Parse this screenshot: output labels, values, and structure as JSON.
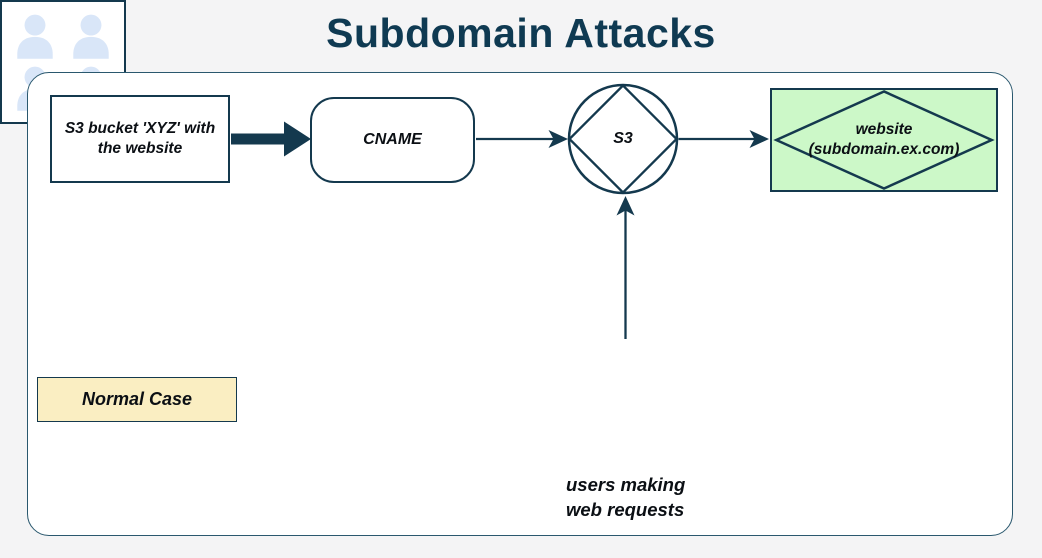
{
  "title": "Subdomain Attacks",
  "palette": {
    "page_bg": "#f4f4f5",
    "ink": "#14394e",
    "title": "#0f3a52",
    "container_border": "#2a586e",
    "node_text": "#0b0f14",
    "green": "#ccf8c8",
    "yellow": "#faeec2",
    "person_blue": "#d9e6f8",
    "white": "#ffffff"
  },
  "nodes": {
    "s3_bucket": {
      "line1": "S3 bucket 'XYZ' with",
      "line2": "the website"
    },
    "cname": {
      "label": "CNAME"
    },
    "s3": {
      "label": "S3"
    },
    "website": {
      "line1": "website",
      "line2": "(subdomain.ex.com)"
    },
    "users_caption": {
      "line1": "users making",
      "line2": "web requests"
    },
    "normal_case": {
      "label": "Normal Case"
    }
  },
  "icons": {
    "users_icon_count": "4"
  }
}
